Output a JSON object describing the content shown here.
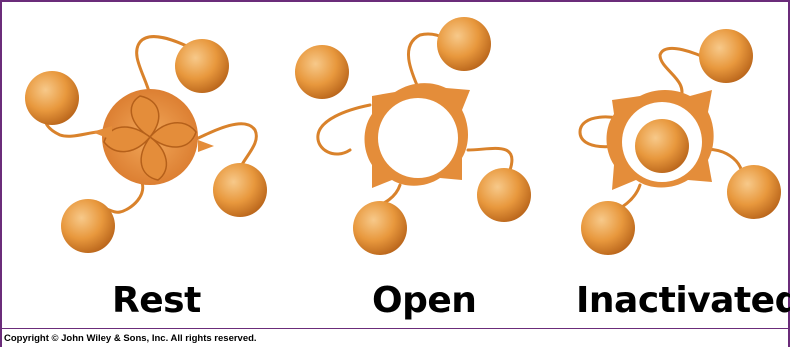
{
  "states": [
    {
      "key": "rest",
      "label": "Rest"
    },
    {
      "key": "open",
      "label": "Open"
    },
    {
      "key": "inactivated",
      "label": "Inactivated"
    }
  ],
  "copyright": "Copyright © John Wiley & Sons, Inc. All rights reserved.",
  "colors": {
    "frame": "#6b2c7a",
    "ball_light": "#f3b667",
    "ball_mid": "#e38d2f",
    "ball_dark": "#b8641a",
    "tether": "#d9822b",
    "channel": "#e89a4a",
    "channel_dark": "#c56c1e"
  }
}
